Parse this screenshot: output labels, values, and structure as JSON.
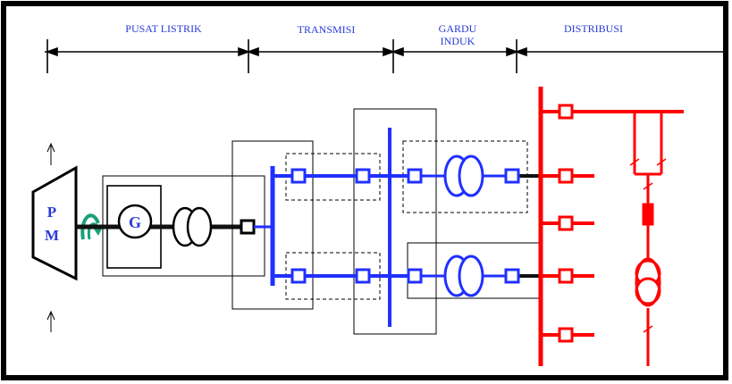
{
  "sections": {
    "pusat_listrik": "PUSAT LISTRIK",
    "transmisi": "TRANSMISI",
    "gardu_line1": "GARDU",
    "gardu_line2": "INDUK",
    "distribusi": "DISTRIBUSI"
  },
  "prime_mover": {
    "line1": "P",
    "line2": "M"
  },
  "generator": {
    "label": "G"
  },
  "colors": {
    "transmission": "#2030ff",
    "distribution": "#ff0000",
    "plant": "#111111",
    "text": "#2a3bd6"
  },
  "icons": [
    "rotation-arrow-icon",
    "transformer-icon",
    "breaker-icon"
  ]
}
